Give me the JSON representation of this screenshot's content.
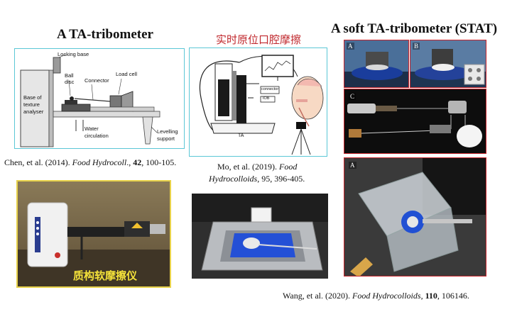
{
  "titles": {
    "left": "A TA-tribometer",
    "middle_cn": "实时原位口腔摩擦",
    "right": "A soft TA-tribometer (STAT)"
  },
  "diagram_left": {
    "labels": {
      "locking_base": "Locking base",
      "ball": "Ball",
      "disc": "disc",
      "connector": "Connector",
      "load_cell": "Load cell",
      "base1": "Base of",
      "base2": "texture",
      "base3": "analyser",
      "water1": "Water",
      "water2": "circulation",
      "level1": "Levelling",
      "level2": "support"
    }
  },
  "diagram_middle": {
    "labels": {
      "ta": "TA",
      "connector": "connector",
      "box": "IOB"
    }
  },
  "citations": {
    "left": {
      "prefix": "Chen, et al. (2014). ",
      "journal": "Food Hydrocoll",
      "mid": "., ",
      "vol": "42",
      "pages": ", 100-105."
    },
    "middle_line1_prefix": "Mo, et al. (2019). ",
    "middle_line1_journal": "Food",
    "middle_line2_journal": "Hydrocolloids",
    "middle_line2_rest": ", 95, 396-405.",
    "right": {
      "prefix": "Wang, et al. (2020). ",
      "journal": "Food Hydrocolloids",
      "mid": ", ",
      "vol": "110",
      "pages": ", 106146."
    }
  },
  "photos": {
    "left_caption_cn": "质构软摩擦仪",
    "right_labels": {
      "a": "A",
      "b": "B",
      "c": "C",
      "a2": "A"
    }
  },
  "colors": {
    "cyan_border": "#5bc7d6",
    "red_border": "#c8252c",
    "yellow_border": "#e8d24a",
    "cn_red": "#c0282d",
    "caption_yellow": "#f5e23a"
  }
}
